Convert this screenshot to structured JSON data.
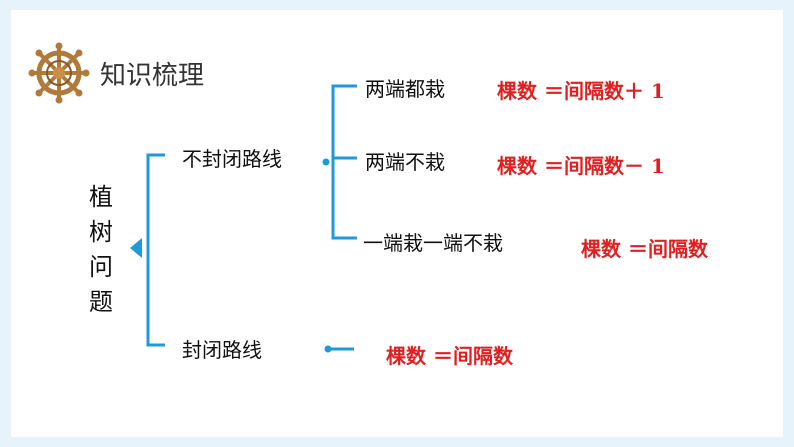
{
  "header": {
    "title": "知识梳理",
    "icon": "ship-wheel-icon"
  },
  "root": {
    "chars": [
      "植",
      "树",
      "问",
      "题"
    ]
  },
  "branches": {
    "open_route": {
      "label": "不封闭路线",
      "cases": [
        {
          "label": "两端都栽",
          "formula": "棵数 ＝间隔数＋ 1"
        },
        {
          "label": "两端不栽",
          "formula": "棵数 ＝间隔数－ 1"
        },
        {
          "label": "一端栽一端不栽",
          "formula": "棵数 ＝间隔数"
        }
      ]
    },
    "closed_route": {
      "label": "封闭路线",
      "formula": "棵数 ＝间隔数"
    }
  },
  "colors": {
    "connector": "#1e9ad6",
    "formula": "#e02020",
    "wheel": "#b07a3a",
    "background": "#e6f3fa"
  }
}
